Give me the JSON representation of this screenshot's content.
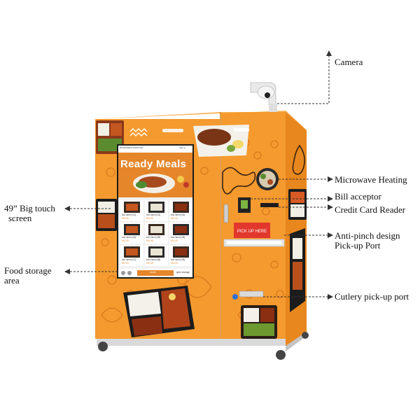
{
  "screen": {
    "header_left": "BOXEDMEALSHOP.NET",
    "header_right": "Sign in",
    "title": "Ready Meals",
    "menu_items": [
      {
        "name": "box lunch (01)",
        "price": "¥10.00"
      },
      {
        "name": "box lunch (02)",
        "price": "¥10.00"
      },
      {
        "name": "box lunch (03)",
        "price": "¥10.00"
      },
      {
        "name": "box lunch (04)",
        "price": "¥10.00"
      },
      {
        "name": "box lunch (05)",
        "price": "¥10.00"
      },
      {
        "name": "box lunch (06)",
        "price": "¥10.00"
      },
      {
        "name": "box lunch (07)",
        "price": "¥10.00"
      },
      {
        "name": "box lunch (08)",
        "price": "¥10.00"
      },
      {
        "name": "box lunch (09)",
        "price": "¥10.00"
      }
    ],
    "footer_button": "more",
    "footer_right": "give change"
  },
  "machine": {
    "pickup_label": "PICK UP HERE"
  },
  "callouts": {
    "camera": "Camera",
    "microwave": "Microwave Heating",
    "bill": "Bill acceptor",
    "card": "Credit Card Reader",
    "antipinch_1": "Anti-pinch design",
    "antipinch_2": "Pick-up Port",
    "cutlery": "Cutlery pick-up port",
    "touch_1": "49”  Big touch",
    "touch_2": "screen",
    "storage_1": "Food storage",
    "storage_2": "area"
  },
  "colors": {
    "body_orange": "#F59A2E",
    "side_orange": "#E8871E",
    "line": "#333333",
    "pickup_red": "#E2372C"
  }
}
